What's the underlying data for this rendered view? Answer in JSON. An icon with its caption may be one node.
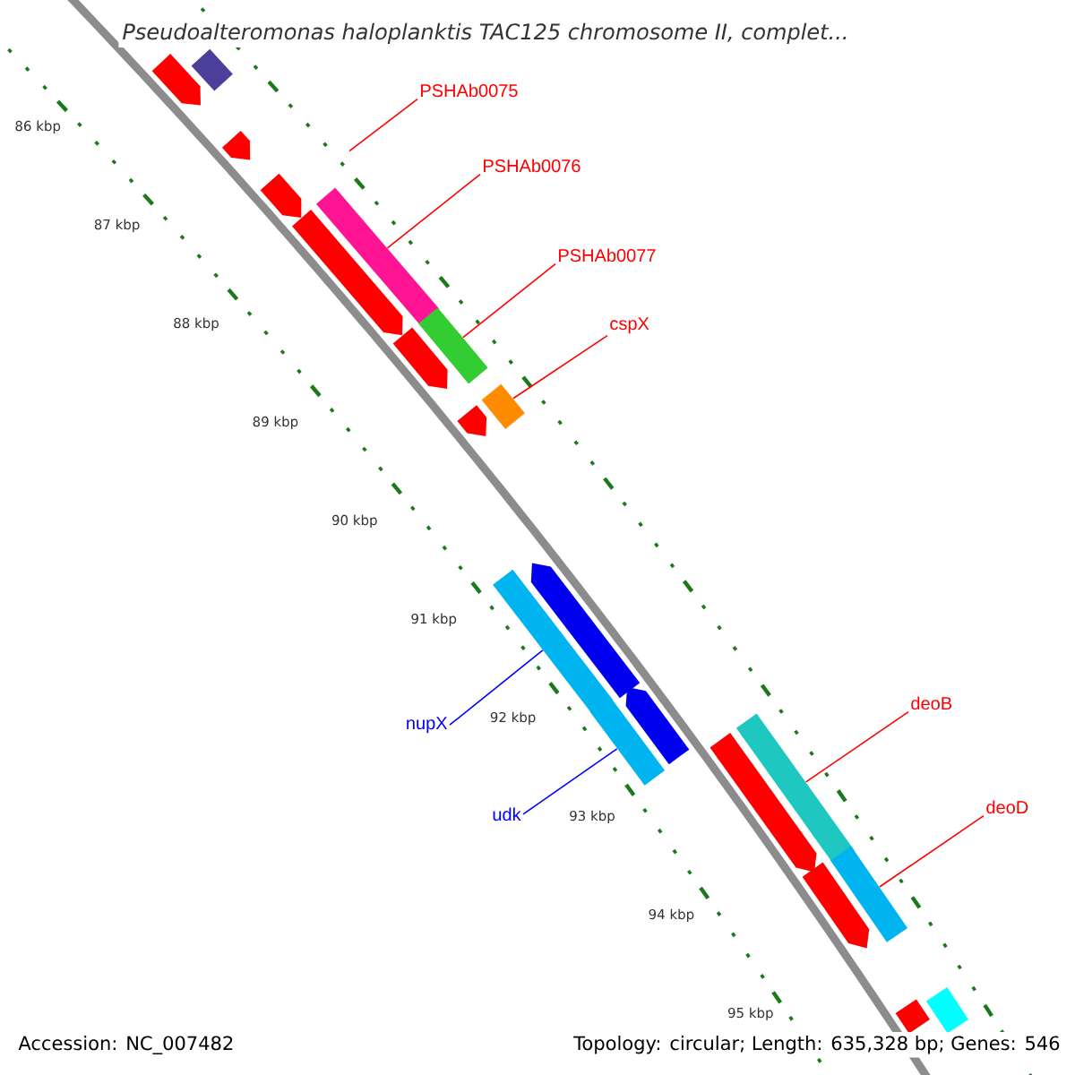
{
  "diagram": {
    "title": "Pseudoalteromonas haloplanktis TAC125 chromosome II, complet...",
    "nodes": [
      {
        "text": [
          "PSHAb0075"
        ]
      },
      {
        "text": [
          "PSHAb0076"
        ]
      },
      {
        "text": [],
        "shape": "bar"
      },
      {
        "text": [
          "PSHAb0077"
        ]
      },
      {
        "text": [],
        "shape": "bar"
      },
      {
        "text": [
          "cspX"
        ]
      },
      {
        "text": [],
        "shape": "bar"
      },
      {
        "text": [
          "nupX"
        ]
      },
      {
        "text": [],
        "shape": "bar"
      },
      {
        "text": [
          "udk"
        ]
      },
      {
        "text": [],
        "shape": "bar"
      },
      {
        "text": [
          "deoB"
        ]
      },
      {
        "text": [],
        "shape": "bar"
      },
      {
        "text": [
          "deoD"
        ]
      },
      {
        "text": [],
        "shape": "bar"
      },
      {
        "text": [],
        "shape": "bar"
      },
      {
        "text": [],
        "shape": "arrow"
      },
      {
        "text": [],
        "shape": "arrow"
      },
      {
        "text": [],
        "shape": "arrow"
      },
      {
        "text": [],
        "shape": "arrow"
      },
      {
        "text": [],
        "shape": "arrow"
      },
      {
        "text": [],
        "shape": "arrow"
      },
      {
        "text": [],
        "shape": "arrow"
      },
      {
        "text": [],
        "shape": "arrow"
      },
      {
        "text": [],
        "shape": "arrow"
      },
      {
        "text": [],
        "shape": "arrow"
      },
      {
        "text": [],
        "shape": "bar"
      },
      {
        "text": [],
        "shape": "bar"
      }
    ],
    "edges": [
      {
        "from": 0,
        "to": null,
        "arrow": "none"
      },
      {
        "from": 1,
        "to": 2,
        "arrow": "none"
      },
      {
        "from": 3,
        "to": 4,
        "arrow": "none"
      },
      {
        "from": 5,
        "to": 6,
        "arrow": "none"
      },
      {
        "from": 7,
        "to": 8,
        "arrow": "none",
        "color": "#0000ff"
      },
      {
        "from": 9,
        "to": 10,
        "arrow": "none",
        "color": "#0000ff"
      },
      {
        "from": 11,
        "to": 12,
        "arrow": "none"
      },
      {
        "from": 13,
        "to": 14,
        "arrow": "none"
      }
    ],
    "labels": [
      "86 kbp",
      "87 kbp",
      "88 kbp",
      "89 kbp",
      "90 kbp",
      "91 kbp",
      "92 kbp",
      "93 kbp",
      "94 kbp",
      "95 kbp",
      "Accession: NC_007482",
      "Topology: circular; Length: 635,328 bp; Genes: 546"
    ]
  }
}
